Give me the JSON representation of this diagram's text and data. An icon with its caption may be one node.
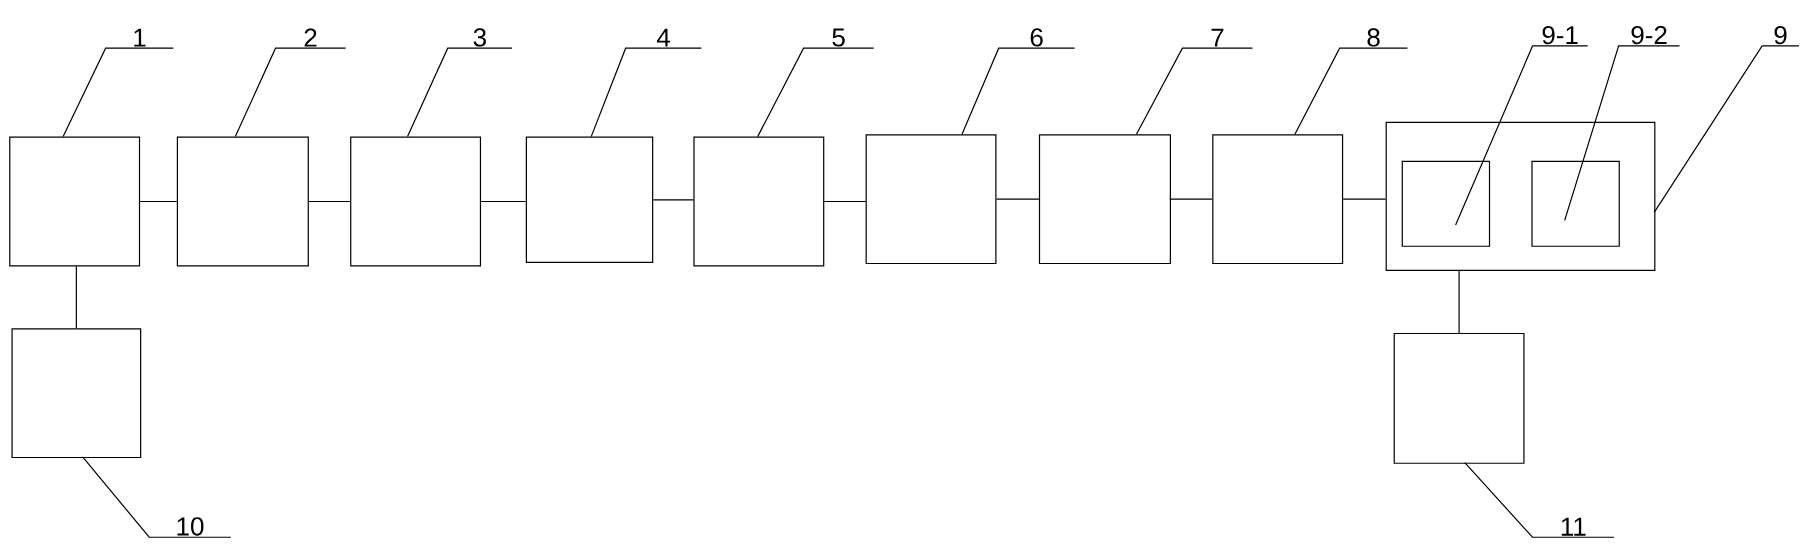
{
  "diagram": {
    "nodes": [
      {
        "text": [],
        "shape": "box"
      },
      {
        "text": [],
        "shape": "box"
      },
      {
        "text": [],
        "shape": "box"
      },
      {
        "text": [],
        "shape": "box"
      },
      {
        "text": [],
        "shape": "box"
      },
      {
        "text": [],
        "shape": "box"
      },
      {
        "text": [],
        "shape": "box"
      },
      {
        "text": [],
        "shape": "box"
      },
      {
        "text": [],
        "shape": "box"
      },
      {
        "text": [],
        "shape": "box",
        "in": 8
      },
      {
        "text": [],
        "shape": "box",
        "in": 8
      },
      {
        "text": [],
        "shape": "box"
      },
      {
        "text": [],
        "shape": "box"
      },
      {
        "text": [
          "1"
        ]
      },
      {
        "text": [
          "2"
        ]
      },
      {
        "text": [
          "3"
        ]
      },
      {
        "text": [
          "4"
        ]
      },
      {
        "text": [
          "5"
        ]
      },
      {
        "text": [
          "6"
        ]
      },
      {
        "text": [
          "7"
        ]
      },
      {
        "text": [
          "8"
        ]
      },
      {
        "text": [
          "9-1"
        ]
      },
      {
        "text": [
          "9-2"
        ]
      },
      {
        "text": [
          "9"
        ]
      },
      {
        "text": [
          "10"
        ]
      },
      {
        "text": [
          "11"
        ]
      }
    ],
    "edges": [
      {
        "from": 0,
        "to": 1,
        "arrow": "none"
      },
      {
        "from": 1,
        "to": 2,
        "arrow": "none"
      },
      {
        "from": 2,
        "to": 3,
        "arrow": "none"
      },
      {
        "from": 3,
        "to": 4,
        "arrow": "none"
      },
      {
        "from": 4,
        "to": 5,
        "arrow": "none"
      },
      {
        "from": 5,
        "to": 6,
        "arrow": "none"
      },
      {
        "from": 6,
        "to": 7,
        "arrow": "none"
      },
      {
        "from": 7,
        "to": 8,
        "arrow": "none"
      },
      {
        "from": 0,
        "to": 11,
        "arrow": "none"
      },
      {
        "from": 8,
        "to": 12,
        "arrow": "none"
      },
      {
        "from": 13,
        "to": 0,
        "arrow": "none"
      },
      {
        "from": 14,
        "to": 1,
        "arrow": "none"
      },
      {
        "from": 15,
        "to": 2,
        "arrow": "none"
      },
      {
        "from": 16,
        "to": 3,
        "arrow": "none"
      },
      {
        "from": 17,
        "to": 4,
        "arrow": "none"
      },
      {
        "from": 18,
        "to": 5,
        "arrow": "none"
      },
      {
        "from": 19,
        "to": 6,
        "arrow": "none"
      },
      {
        "from": 20,
        "to": 7,
        "arrow": "none"
      },
      {
        "from": 21,
        "to": 9,
        "arrow": "none"
      },
      {
        "from": 22,
        "to": 10,
        "arrow": "none"
      },
      {
        "from": 23,
        "to": 8,
        "arrow": "none"
      },
      {
        "from": 24,
        "to": 11,
        "arrow": "none"
      },
      {
        "from": 25,
        "to": 12,
        "arrow": "none"
      }
    ]
  }
}
